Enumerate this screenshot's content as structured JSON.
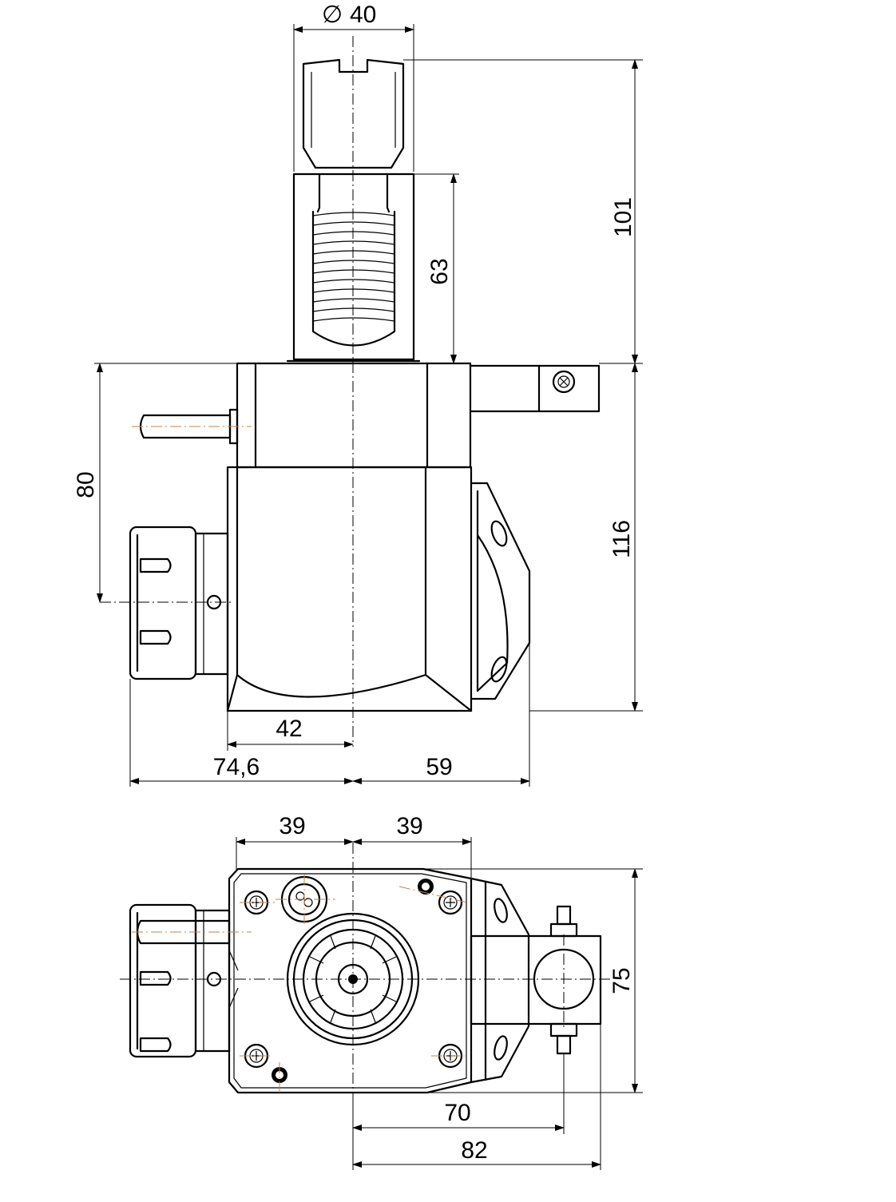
{
  "dimensions": {
    "diameter_symbol": "∅",
    "d40": "40",
    "d101": "101",
    "d63": "63",
    "d80": "80",
    "d116": "116",
    "d42": "42",
    "d74_6": "74,6",
    "d59": "59",
    "d39_left": "39",
    "d39_right": "39",
    "d75": "75",
    "d70": "70",
    "d82": "82"
  }
}
